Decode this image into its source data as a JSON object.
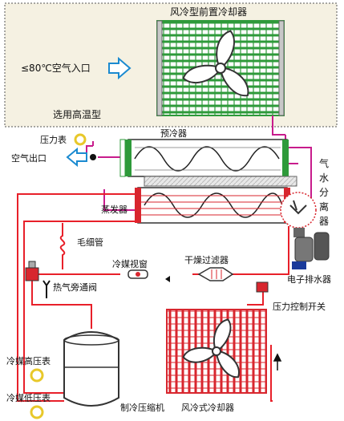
{
  "labels": {
    "front_cooler": "风冷型前置冷却器",
    "air_inlet": "≤80℃空气入口",
    "high_temp_option": "选用高温型",
    "pressure_gauge": "压力表",
    "precooler": "预冷器",
    "air_outlet": "空气出口",
    "separator_c1": "气",
    "separator_c2": "水",
    "separator_c3": "分",
    "separator_c4": "离",
    "separator_c5": "器",
    "evaporator": "蒸发器",
    "capillary": "毛细管",
    "dryer_filter": "干燥过滤器",
    "sight_glass": "冷媒视窗",
    "drain": "电子排水器",
    "hot_gas_bypass": "热气旁通阀",
    "pressure_switch": "压力控制开关",
    "high_pressure_gauge": "冷媒高压表",
    "low_pressure_gauge": "冷媒低压表",
    "compressor": "制冷压缩机",
    "condenser": "风冷式冷却器"
  },
  "colors": {
    "refrigerant_line": "#e8202a",
    "air_line": "#c81c8c",
    "coil_green": "#2e9a3a",
    "coil_red": "#d8262e",
    "arrow_blue": "#1a8ad0",
    "gauge_yellow": "#e8c82a",
    "option_box_bg": "#f5f1e2"
  },
  "icons": [
    "fan-icon",
    "pressure-gauge-icon",
    "arrow-icon",
    "drain-icon"
  ]
}
